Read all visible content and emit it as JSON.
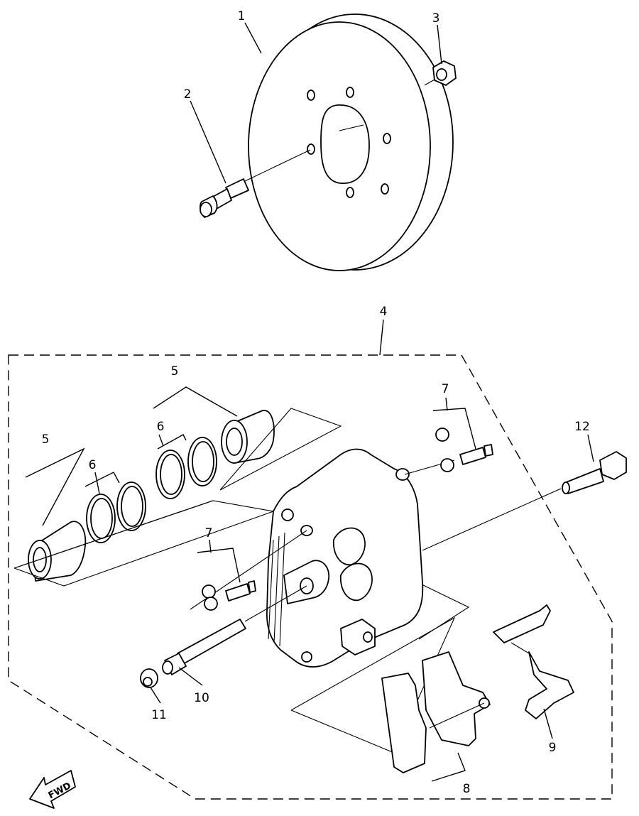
{
  "callouts": {
    "c1": "1",
    "c2": "2",
    "c3": "3",
    "c4": "4",
    "c5a": "5",
    "c5b": "5",
    "c6a": "6",
    "c6b": "6",
    "c7a": "7",
    "c7b": "7",
    "c8": "8",
    "c9": "9",
    "c10": "10",
    "c11": "11",
    "c12": "12"
  },
  "fwd_label": "FWD",
  "line_color": "#000000",
  "background": "#ffffff"
}
